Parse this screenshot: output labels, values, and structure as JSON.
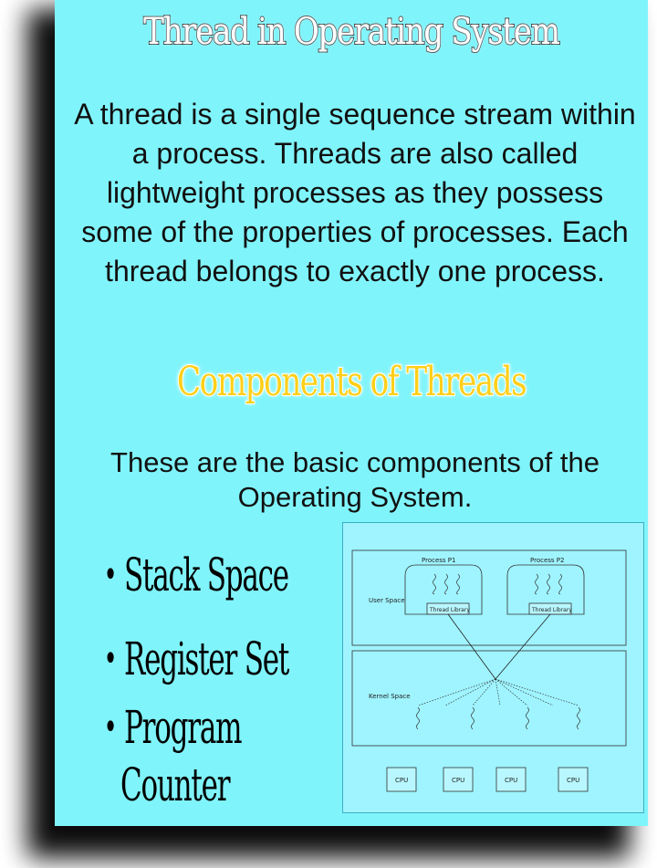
{
  "title": "Thread in Operating System",
  "intro": "A thread is a single sequence stream within a process. Threads are also called lightweight processes as they possess some of the properties of processes. Each thread belongs to exactly one process.",
  "subtitle": "Components of Threads",
  "components_text": "These are the basic components of the Operating System.",
  "components": [
    "Stack Space",
    "Register Set",
    "Program",
    "Counter"
  ],
  "diagram": {
    "process1": "Process P1",
    "process2": "Process P2",
    "user_space": "User Space",
    "thread_library1": "Thread Library",
    "thread_library2": "Thread Library",
    "kernel_space": "Kernel Space",
    "cpus": [
      "CPU",
      "CPU",
      "CPU",
      "CPU"
    ]
  },
  "colors": {
    "card_background": "#80f4fb",
    "subtitle": "#ffcf1a"
  }
}
